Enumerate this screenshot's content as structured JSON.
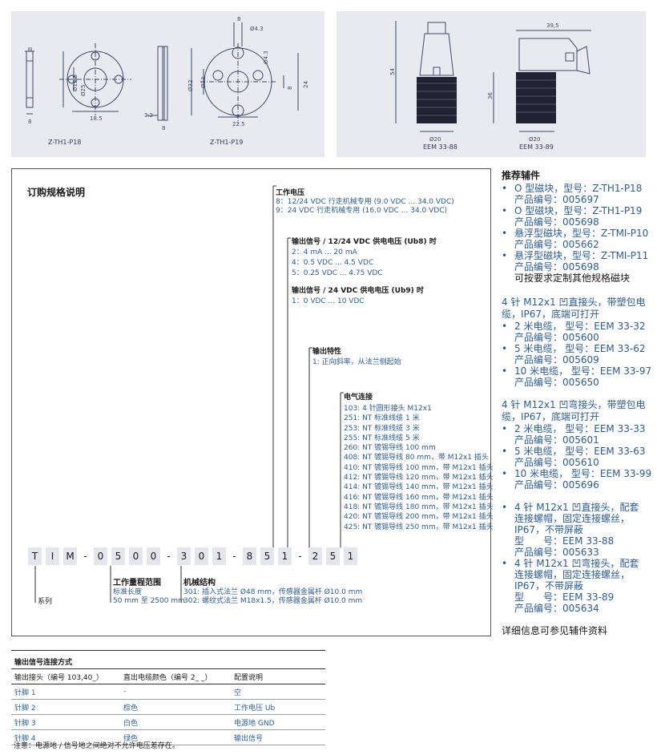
{
  "drawings": {
    "left": {
      "p18_label": "Z-TH1-P18",
      "p19_label": "Z-TH1-P19",
      "dims": {
        "d25": "Ø25",
        "d12_5": "Ø12.5",
        "w18_5": "18.5",
        "w8": "8",
        "d32": "Ø32",
        "d13": "Ø13",
        "d4_3a": "Ø4.3",
        "d4_3b": "Ø4.3",
        "w8top": "8",
        "w22_5": "22.5",
        "w3_2": "3.2",
        "w8b": "8",
        "h8": "8",
        "h24": "24"
      }
    },
    "right": {
      "eem88_label": "EEM 33-88",
      "eem89_label": "EEM 33-89",
      "dims": {
        "h54": "54",
        "d20a": "Ø20",
        "w39_5": "39,5",
        "h36": "36",
        "d20b": "Ø20"
      }
    }
  },
  "order": {
    "title": "订购规格说明",
    "groups": {
      "voltage": {
        "heading": "工作电压",
        "items": [
          "8：12/24 VDC 行走机械专用 (9.0 VDC ... 34.0 VDC)",
          "9：24 VDC 行走机械专用 (16.0 VDC ... 34.0 VDC)"
        ]
      },
      "output_ub8": {
        "heading": "输出信号 / 12/24 VDC 供电电压 (Ub8) 时",
        "items": [
          "2：4 mA ... 20 mA",
          "4：0.5 VDC ... 4.5 VDC",
          "5：0.25 VDC ... 4.75 VDC"
        ]
      },
      "output_ub9": {
        "heading": "输出信号 / 24 VDC 供电电压 (Ub9) 时",
        "items": [
          "1：0 VDC ... 10 VDC"
        ]
      },
      "characteristic": {
        "heading": "输出特性",
        "items": [
          "1: 正向斜率，从法兰侧起始"
        ]
      },
      "electrical": {
        "heading": "电气连接",
        "items": [
          "103: 4 针圆形接头 M12x1",
          "251: NT 标准线缆 1 米",
          "253: NT 标准线缆 3 米",
          "255: NT 标准线缆 5 米",
          "260: NT 镀锡导线 100 mm",
          "408: NT 镀锡导线 80 mm，带 M12x1 插头",
          "410: NT 镀锡导线 100 mm，带 M12x1 插头",
          "412: NT 镀锡导线 120 mm，带 M12x1 插头",
          "414: NT 镀锡导线 140 mm，带 M12x1 插头",
          "416: NT 镀锡导线 160 mm，带 M12x1 插头",
          "418: NT 镀锡导线 180 mm，带 M12x1 插头",
          "420: NT 镀锡导线 200 mm，带 M12x1 插头",
          "425: NT 镀锡导线 250 mm，带 M12x1 插头"
        ]
      },
      "range": {
        "heading": "工作量程范围",
        "items": [
          "标准长度",
          "50 mm 至 2500 mm"
        ]
      },
      "mechanical": {
        "heading": "机械结构",
        "items": [
          "301: 插入式法兰 Ø48 mm，传感器金属杆 Ø10.0 mm",
          "302: 螺纹式法兰 M18x1.5，传感器金属杆 Ø10.0 mm"
        ]
      },
      "series": {
        "heading": "系列"
      }
    },
    "code": [
      "T",
      "I",
      "M",
      "-",
      "0",
      "5",
      "0",
      "0",
      "-",
      "3",
      "0",
      "1",
      "-",
      "8",
      "5",
      "1",
      "-",
      "2",
      "5",
      "1"
    ]
  },
  "accessories": {
    "heading": "推荐辅件",
    "magnets": [
      {
        "line1": "O 型磁块，型号：Z-TH1-P18",
        "line2": "产品编号：005697"
      },
      {
        "line1": "O 型磁块，型号：Z-TH1-P19",
        "line2": "产品编号：005698"
      },
      {
        "line1": "悬浮型磁块，型号：Z-TMI-P10",
        "line2": "产品编号：005662"
      },
      {
        "line1": "悬浮型磁块，型号：Z-TMI-P11",
        "line2": "产品编号：005698"
      }
    ],
    "magnets_note": "可按要求定制其他规格磁块",
    "straight_heading": "4 针 M12x1 凹直接头，带塑包电缆，IP67，底端可打开",
    "straight": [
      {
        "line1": "2 米电缆， 型号：EEM 33-32",
        "line2": "产品编号：005600"
      },
      {
        "line1": "5 米电缆， 型号：EEM 33-62",
        "line2": "产品编号：005609"
      },
      {
        "line1": "10 米电缆， 型号：EEM 33-97",
        "line2": "产品编号：005650"
      }
    ],
    "angled_heading": "4 针 M12x1 凹弯接头，带塑包电缆，IP67，底端可打开",
    "angled": [
      {
        "line1": "2 米电缆， 型号：EEM 33-33",
        "line2": "产品编号：005601"
      },
      {
        "line1": "5 米电缆， 型号：EEM 33-63",
        "line2": "产品编号：005610"
      },
      {
        "line1": "10 米电缆， 型号：EEM 33-99",
        "line2": "产品编号：005696"
      }
    ],
    "connectors": [
      {
        "lines": [
          "4 针 M12x1 凹直接头，配套",
          "连接螺帽，固定连接螺丝，",
          "IP67，不带屏蔽",
          "型　　号：EEM 33-88",
          "产品编号：005633"
        ]
      },
      {
        "lines": [
          "4 针 M12x1 凹弯接头，配套",
          "连接螺帽，固定连接螺丝，",
          "IP67，不带屏蔽",
          "型　　号：EEM 33-89",
          "产品编号：005634"
        ]
      }
    ],
    "footer": "详细信息可参见辅件资料"
  },
  "pin_table": {
    "title": "输出信号连接方式",
    "headers": [
      "输出接头（编号 103,40_）",
      "直出电缆颜色（编号 2_ _）",
      "配置说明"
    ],
    "rows": [
      [
        "针脚 1",
        "-",
        "空"
      ],
      [
        "针脚 2",
        "棕色",
        "工作电压 Ub"
      ],
      [
        "针脚 3",
        "白色",
        "电源地 GND"
      ],
      [
        "针脚 4",
        "绿色",
        "输出信号"
      ]
    ],
    "note": "注意：电源地 / 信号地之间绝对不允许电压差存在。"
  }
}
